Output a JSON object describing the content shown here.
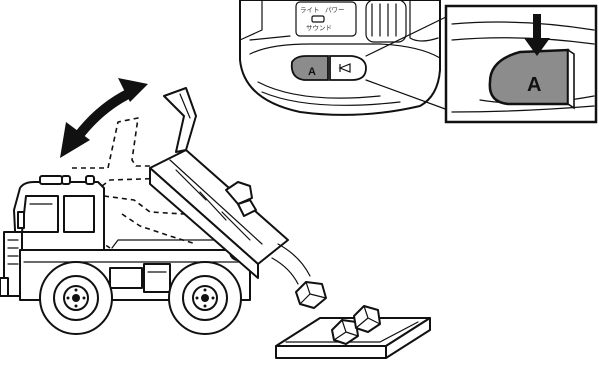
{
  "control_panel": {
    "light_label": "ライト",
    "power_label": "パワー",
    "sound_label": "サウンド"
  },
  "buttons": {
    "a_button_label": "A",
    "a_button_zoom_label": "A"
  },
  "colors": {
    "a_button_fill": "#8c8c8c",
    "line": "#111111",
    "background": "#ffffff"
  },
  "icons": {
    "horn_button": "horn-icon",
    "press_indicator": "arrow-down-icon",
    "tilt_motion": "double-arrow-icon"
  }
}
